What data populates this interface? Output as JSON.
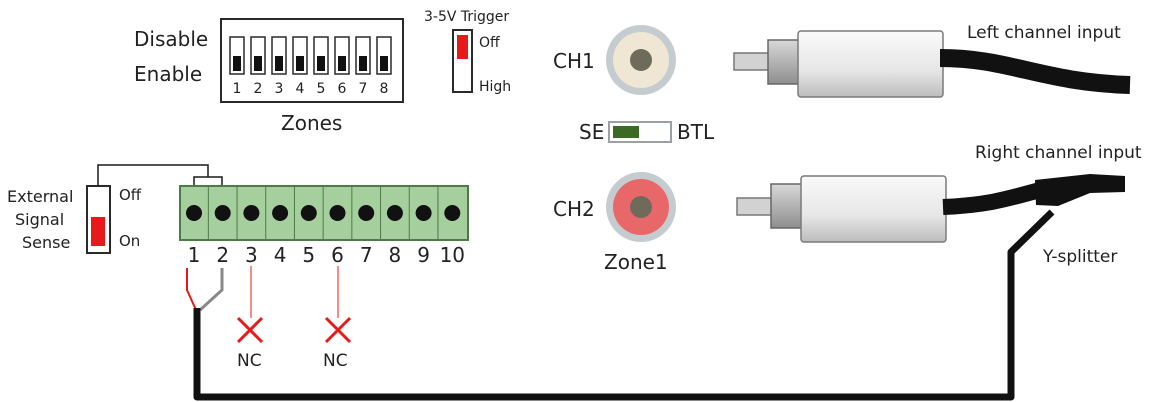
{
  "dip_switch": {
    "disable_label": "Disable",
    "enable_label": "Enable",
    "numbers": [
      "1",
      "2",
      "3",
      "4",
      "5",
      "6",
      "7",
      "8"
    ],
    "zones_label": "Zones"
  },
  "trigger_switch": {
    "title": "3-5V Trigger",
    "off_label": "Off",
    "high_label": "High"
  },
  "sense_switch": {
    "label_line1": "External",
    "label_line2": "Signal",
    "label_line3": "Sense",
    "off_label": "Off",
    "on_label": "On"
  },
  "terminal_block": {
    "numbers": [
      "1",
      "2",
      "3",
      "4",
      "5",
      "6",
      "7",
      "8",
      "9",
      "10"
    ],
    "nc_label_a": "NC",
    "nc_label_b": "NC"
  },
  "rca_jacks": {
    "ch1_label": "CH1",
    "ch2_label": "CH2",
    "zone_label": "Zone1"
  },
  "mode_switch": {
    "se_label": "SE",
    "btl_label": "BTL"
  },
  "cables": {
    "left_label": "Left channel input",
    "right_label": "Right channel input",
    "splitter_label": "Y-splitter"
  },
  "colors": {
    "switch_red": "#e8191a",
    "terminal_green": "#a6cf9e",
    "jack_cream": "#efe7d3",
    "jack_red": "#e8686a",
    "mode_green": "#3c6a25"
  }
}
